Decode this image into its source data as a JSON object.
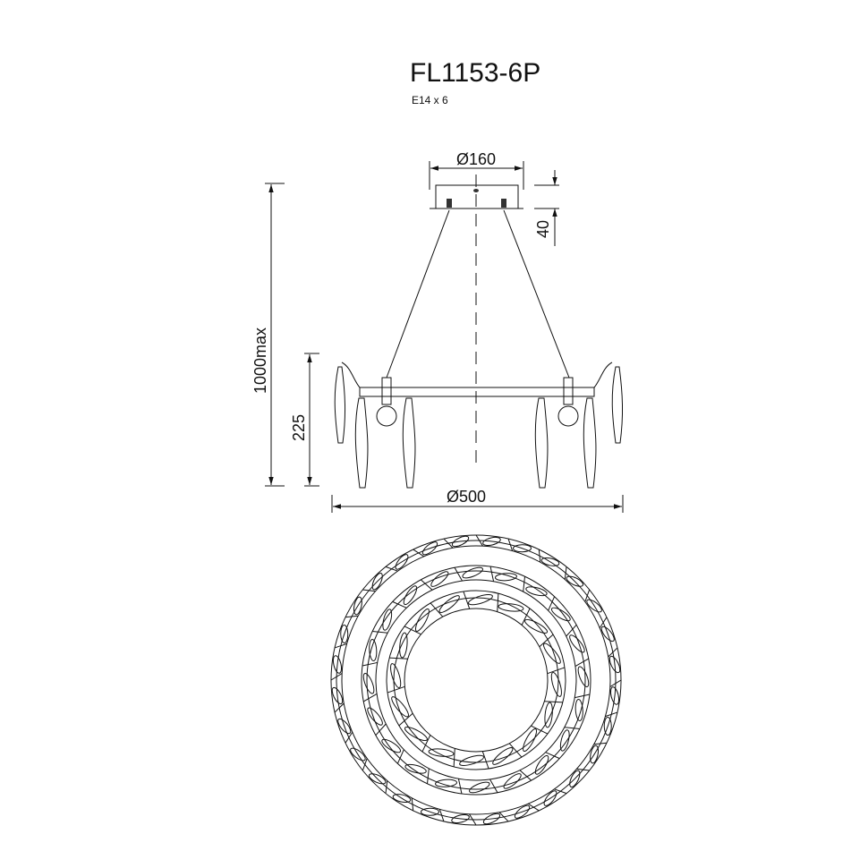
{
  "title": "FL1153-6P",
  "subtitle": "E14 x 6",
  "dimensions": {
    "canopy_diameter": "Ø160",
    "canopy_height": "40",
    "max_height": "1000max",
    "body_height": "225",
    "body_diameter": "Ø500"
  },
  "colors": {
    "line": "#111111",
    "background": "#ffffff"
  }
}
